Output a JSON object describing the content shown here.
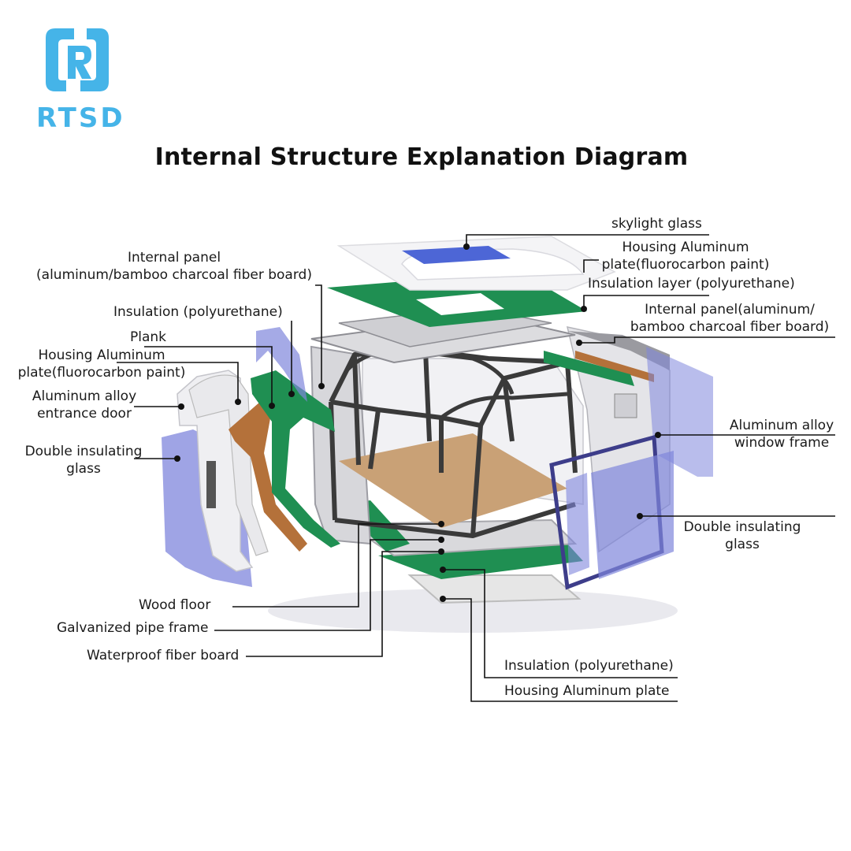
{
  "brand": {
    "name": "RTSD",
    "color": "#45b4e8"
  },
  "title": "Internal Structure Explanation Diagram",
  "colors": {
    "insulation_green": "#1f8f52",
    "plank_brown": "#b4713a",
    "glass_blue": "#7f86dc",
    "skylight_blue": "#4d66d6",
    "frame_dark": "#3a3a3a",
    "floor_wood": "#c9a176",
    "housing_white": "#ececec"
  },
  "labels": {
    "skylight_glass": "skylight glass",
    "top_housing_l1": "Housing Aluminum",
    "top_housing_l2": "plate(fluorocarbon paint)",
    "top_insulation": "Insulation layer (polyurethane)",
    "right_panel_l1": "Internal panel(aluminum/",
    "right_panel_l2": "bamboo charcoal fiber board)",
    "window_frame_l1": "Aluminum alloy",
    "window_frame_l2": "window frame",
    "right_glass_l1": "Double insulating",
    "right_glass_l2": "glass",
    "left_panel_l1": "Internal panel",
    "left_panel_l2": "(aluminum/bamboo charcoal fiber board)",
    "left_insulation": "Insulation (polyurethane)",
    "plank": "Plank",
    "left_housing_l1": "Housing Aluminum",
    "left_housing_l2": "plate(fluorocarbon paint)",
    "door_l1": "Aluminum alloy",
    "door_l2": "entrance door",
    "left_glass_l1": "Double insulating",
    "left_glass_l2": "glass",
    "wood_floor": "Wood floor",
    "pipe_frame": "Galvanized pipe frame",
    "waterproof": "Waterproof fiber board",
    "bottom_insulation": "Insulation (polyurethane)",
    "bottom_housing": "Housing Aluminum  plate"
  }
}
